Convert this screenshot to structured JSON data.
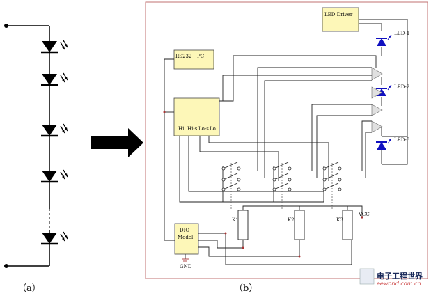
{
  "caption_a": "（a）",
  "caption_b": "（b）",
  "blocks": {
    "led_driver": "LED Driver",
    "rs232_left": "RS232",
    "rs232_right": "PC",
    "hi": "Hi",
    "hi_minus": "Hi-s",
    "lo_minus": "Lo-s",
    "lo": "Lo",
    "dio_line1": "DIO",
    "dio_line2": "Model",
    "gnd": "GND",
    "vcc": "VCC"
  },
  "leds": [
    "LED-1",
    "LED-2",
    "LED-3"
  ],
  "relays": [
    "K1",
    "K2",
    "K3"
  ],
  "watermark": {
    "brand": "电子工程世界",
    "url": "eeworld.com.cn"
  },
  "colors": {
    "led_blue": "#1010c0",
    "box_yellow": "#fdf7b8",
    "frame_red": "#c07070"
  }
}
